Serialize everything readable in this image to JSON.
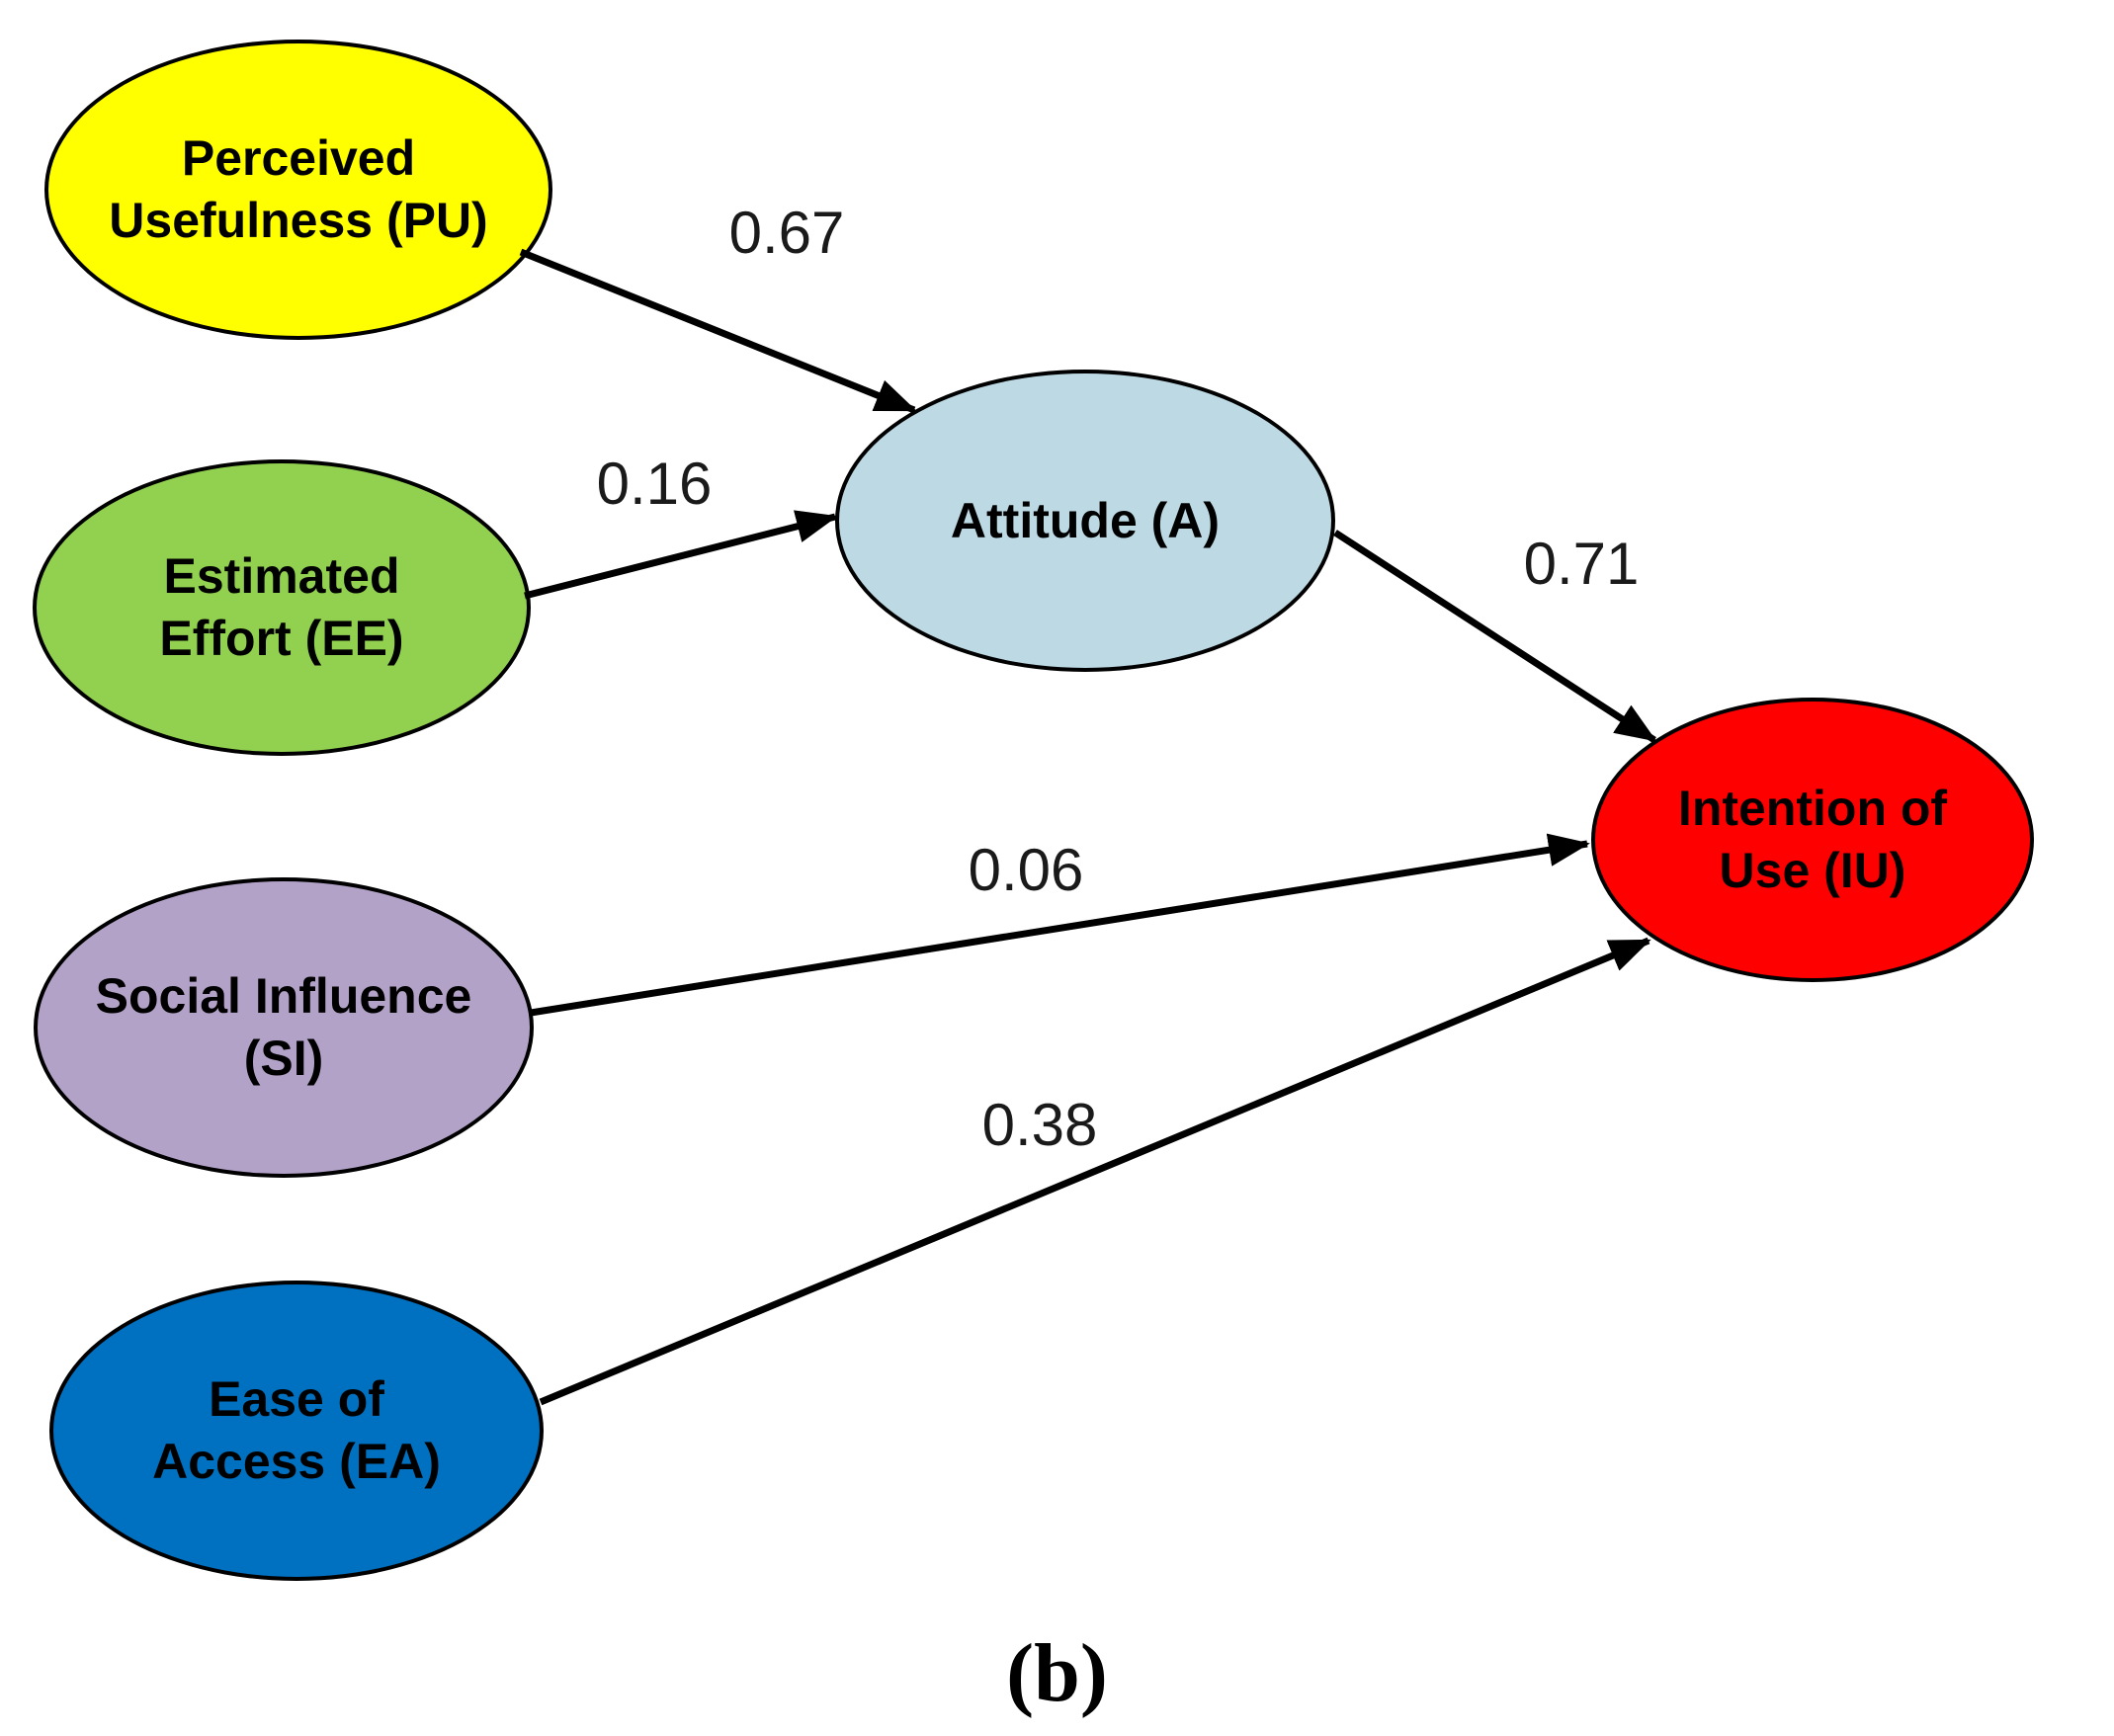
{
  "figure": {
    "caption": "(b)",
    "background_color": "#ffffff",
    "edge_color": "#000000",
    "node_border_color": "#000000",
    "label_color": "#000000"
  },
  "nodes": [
    {
      "id": "PU",
      "label_line1": "Perceived",
      "label_line2": "Usefulness (PU)",
      "fill": "#ffff00",
      "text_color": "#000000"
    },
    {
      "id": "EE",
      "label_line1": "Estimated",
      "label_line2": "Effort (EE)",
      "fill": "#92d050",
      "text_color": "#000000"
    },
    {
      "id": "SI",
      "label_line1": "Social Influence",
      "label_line2": "(SI)",
      "fill": "#b3a2c7",
      "text_color": "#000000"
    },
    {
      "id": "EA",
      "label_line1": "Ease of",
      "label_line2": "Access (EA)",
      "fill": "#0070c0",
      "text_color": "#000000"
    },
    {
      "id": "A",
      "label_line1": "Attitude (A)",
      "label_line2": "",
      "fill": "#bcd9e4",
      "text_color": "#000000"
    },
    {
      "id": "IU",
      "label_line1": "Intention of",
      "label_line2": "Use (IU)",
      "fill": "#fe0000",
      "text_color": "#000000"
    }
  ],
  "edges": [
    {
      "from": "Perceived Usefulness (PU)",
      "to": "Attitude (A)",
      "weight": "0.67"
    },
    {
      "from": "Estimated Effort (EE)",
      "to": "Attitude (A)",
      "weight": "0.16"
    },
    {
      "from": "Attitude (A)",
      "to": "Intention of Use (IU)",
      "weight": "0.71"
    },
    {
      "from": "Social Influence (SI)",
      "to": "Intention of Use (IU)",
      "weight": "0.06"
    },
    {
      "from": "Ease of Access (EA)",
      "to": "Intention of Use (IU)",
      "weight": "0.38"
    }
  ]
}
